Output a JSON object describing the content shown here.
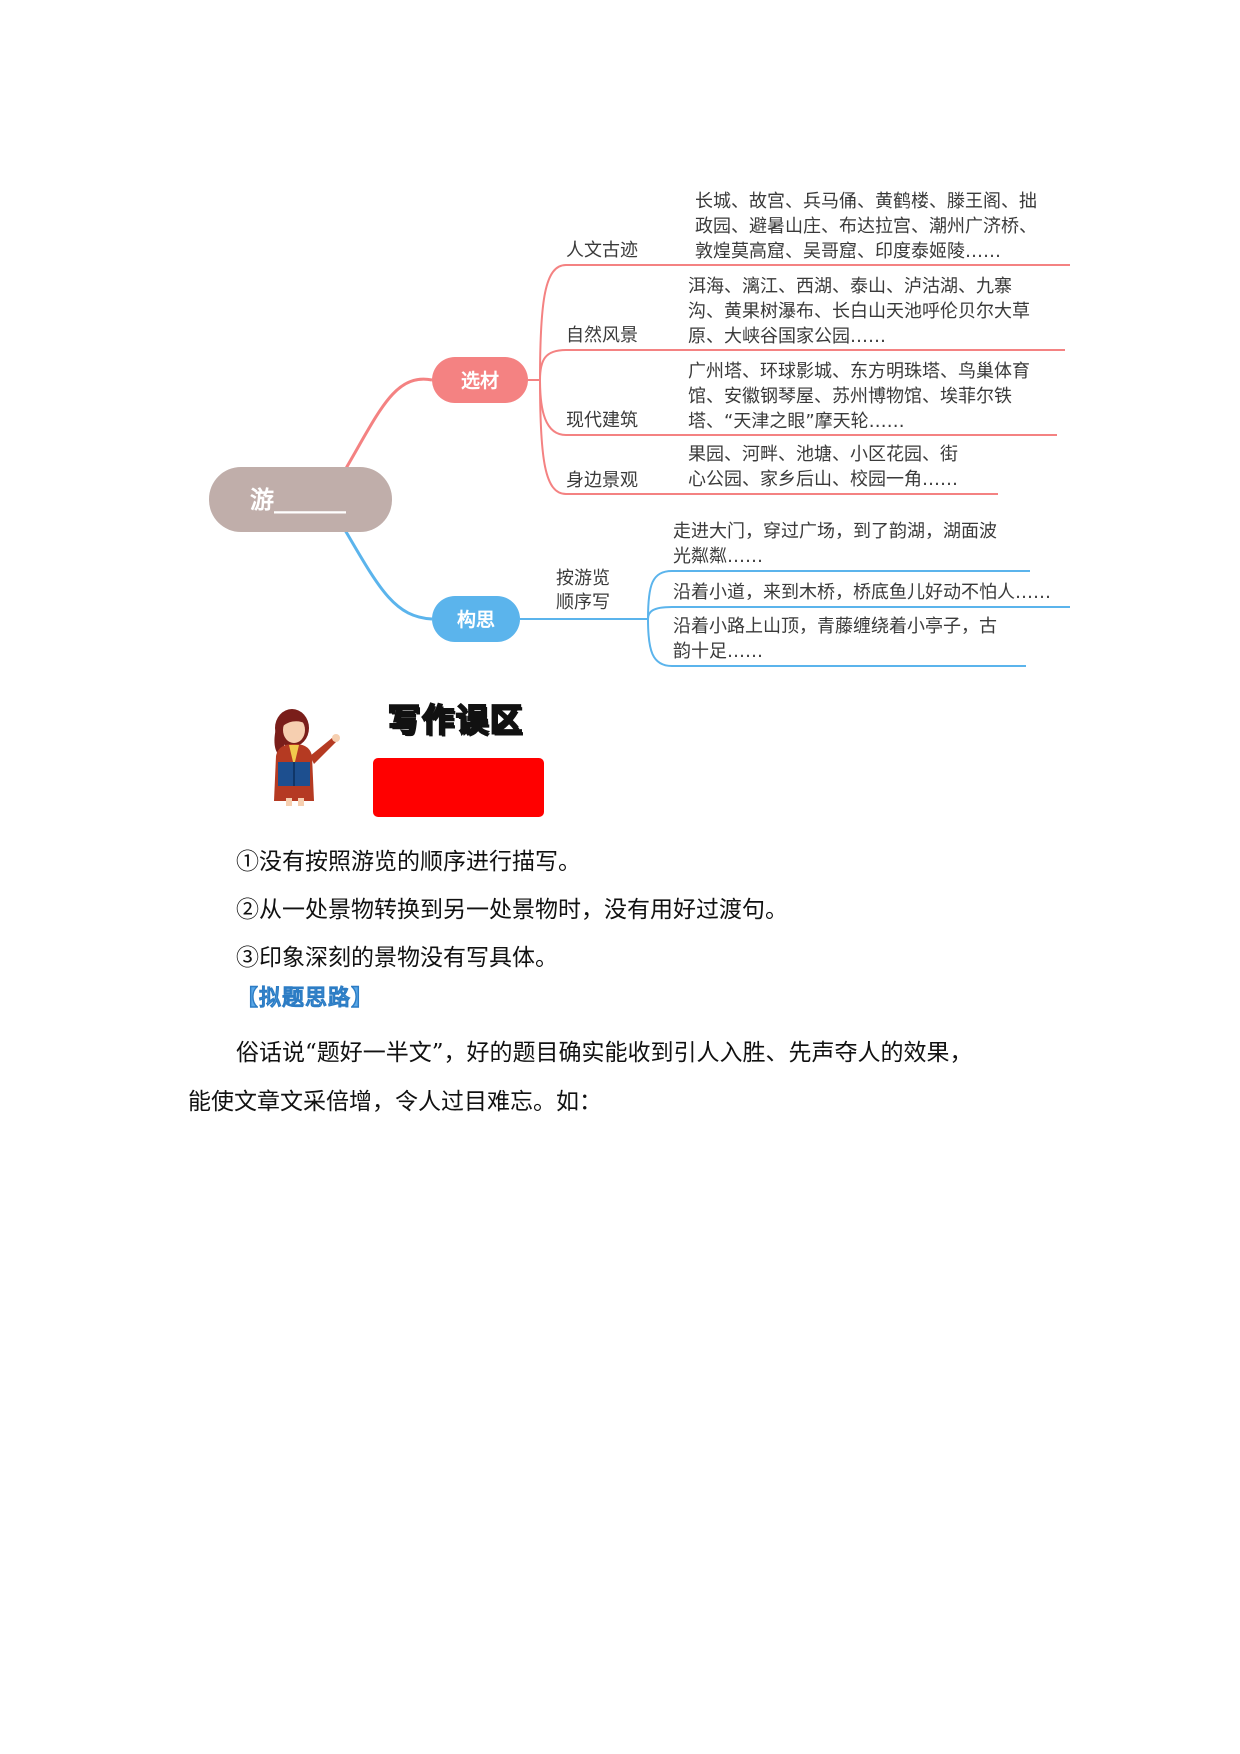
{
  "mindmap": {
    "root": {
      "label": "游______",
      "color": "#c0aeaa"
    },
    "branches": [
      {
        "label": "选材",
        "color": "#f48282",
        "children": [
          {
            "category": "人文古迹",
            "lines": [
              "长城、故宫、兵马俑、黄鹤楼、滕王阁、拙",
              "政园、避暑山庄、布达拉宫、潮州广济桥、",
              "敦煌莫高窟、吴哥窟、印度泰姬陵……"
            ]
          },
          {
            "category": "自然风景",
            "lines": [
              "洱海、漓江、西湖、泰山、泸沽湖、九寨",
              "沟、黄果树瀑布、长白山天池呼伦贝尔大草",
              "原、大峡谷国家公园……"
            ]
          },
          {
            "category": "现代建筑",
            "lines": [
              "广州塔、环球影城、东方明珠塔、鸟巢体育",
              "馆、安徽钢琴屋、苏州博物馆、埃菲尔铁",
              "塔、“天津之眼”摩天轮……"
            ]
          },
          {
            "category": "身边景观",
            "lines": [
              "果园、河畔、池塘、小区花园、街",
              "心公园、家乡后山、校园一角……"
            ]
          }
        ]
      },
      {
        "label": "构思",
        "color": "#5bb4ec",
        "children": [
          {
            "category_lines": [
              "按游览",
              "顺序写"
            ],
            "items": [
              {
                "lines": [
                  "走进大门，穿过广场，到了韵湖，湖面波",
                  "光粼粼……"
                ]
              },
              {
                "lines": [
                  "沿着小道，来到木桥，桥底鱼儿好动不怕人……"
                ]
              },
              {
                "lines": [
                  "沿着小路上山顶，青藤缠绕着小亭子，古",
                  "韵十足……"
                ]
              }
            ]
          }
        ]
      }
    ]
  },
  "section_banner": {
    "title": "写作误区",
    "bar_color": "#ff0000",
    "illustration": "teacher-holding-book-icon"
  },
  "mistakes": [
    "①没有按照游览的顺序进行描写。",
    "②从一处景物转换到另一处景物时，没有用好过渡句。",
    "③印象深刻的景物没有写具体。"
  ],
  "title_ideas": {
    "heading": "【拟题思路】",
    "heading_color": "#5aa8e8",
    "paragraph_lines": [
      "俗话说“题好一半文”，好的题目确实能收到引人入胜、先声夺人的效果，",
      "能使文章文采倍增，令人过目难忘。如："
    ]
  }
}
